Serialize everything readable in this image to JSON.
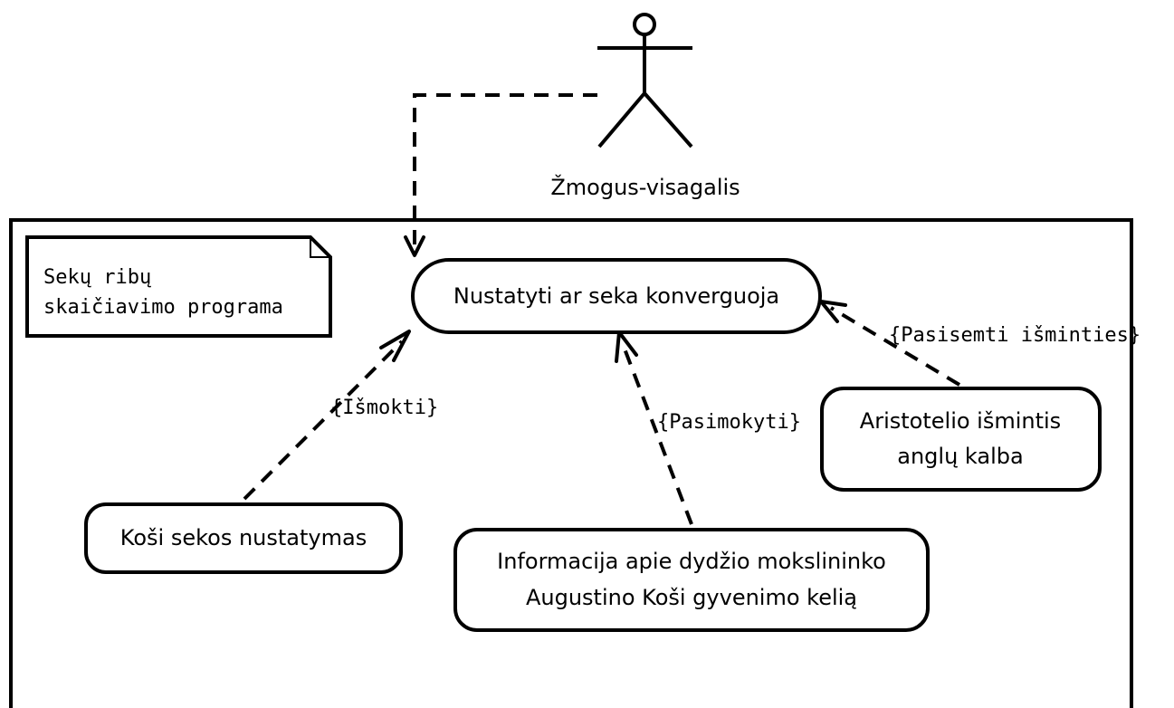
{
  "actor": {
    "name": "Žmogus-visagalis"
  },
  "note": {
    "line1": "Sekų ribų",
    "line2": "skaičiavimo programa"
  },
  "use_cases": {
    "main": "Nustatyti ar seka konverguoja",
    "cauchy_sequence": "Koši sekos nustatymas",
    "cauchy_info_line1": "Informacija apie dydžio mokslininko",
    "cauchy_info_line2": "Augustino Koši gyvenimo kelią",
    "aristotle_line1": "Aristotelio išmintis",
    "aristotle_line2": "anglų kalba"
  },
  "relations": {
    "learn": "{Išmokti}",
    "study": "{Pasimokyti}",
    "wisdom": "{Pasisemti išminties}"
  }
}
